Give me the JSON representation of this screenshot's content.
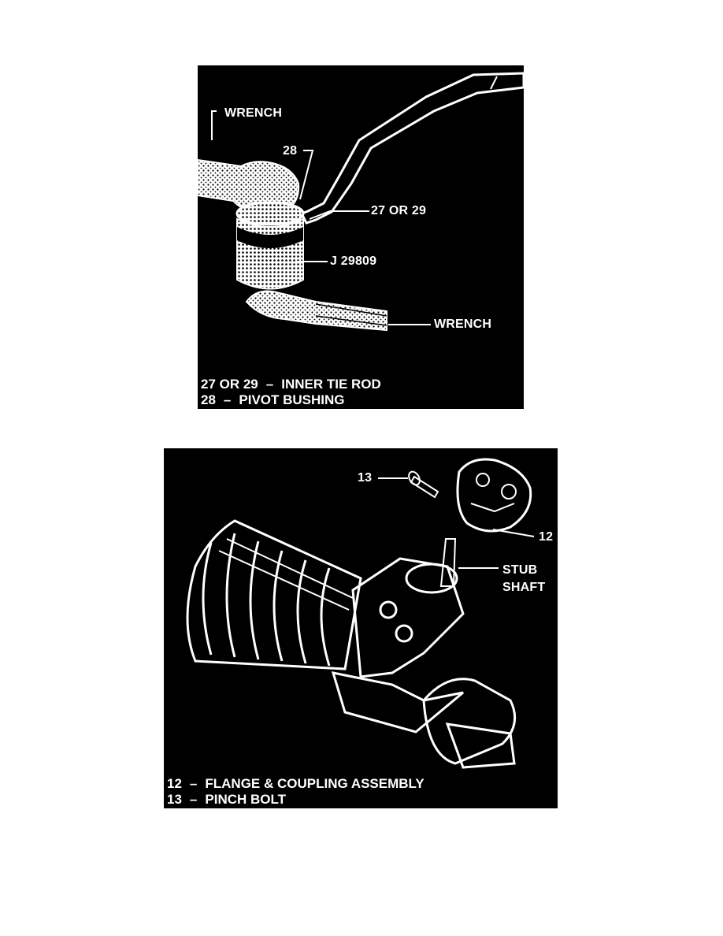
{
  "figure_top": {
    "labels": {
      "wrench_top": "WRENCH",
      "part_28": "28",
      "part_27_or_29": "27 OR 29",
      "tool": "J 29809",
      "wrench_bottom": "WRENCH"
    },
    "legend": [
      {
        "num": "27 OR 29",
        "sep": "–",
        "text": "INNER TIE ROD"
      },
      {
        "num": "28",
        "sep": "–",
        "text": "PIVOT BUSHING"
      }
    ]
  },
  "figure_bottom": {
    "labels": {
      "part_13": "13",
      "part_12": "12",
      "stub_line1": "STUB",
      "stub_line2": "SHAFT"
    },
    "legend": [
      {
        "num": "12",
        "sep": "–",
        "text": "FLANGE & COUPLING ASSEMBLY"
      },
      {
        "num": "13",
        "sep": "–",
        "text": "PINCH BOLT"
      }
    ]
  }
}
